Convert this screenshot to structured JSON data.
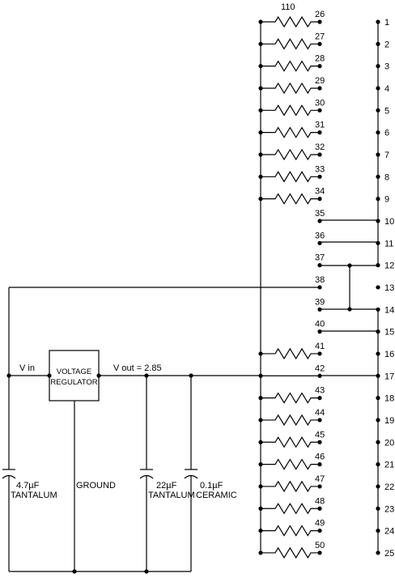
{
  "resistor_label": "110",
  "left_pins": [
    "26",
    "27",
    "28",
    "29",
    "30",
    "31",
    "32",
    "33",
    "34",
    "35",
    "36",
    "37",
    "38",
    "39",
    "40",
    "41",
    "42",
    "43",
    "44",
    "45",
    "46",
    "47",
    "48",
    "49",
    "50"
  ],
  "right_pins": [
    "1",
    "2",
    "3",
    "4",
    "5",
    "6",
    "7",
    "8",
    "9",
    "10",
    "11",
    "12",
    "13",
    "14",
    "15",
    "16",
    "17",
    "18",
    "19",
    "20",
    "21",
    "22",
    "23",
    "24",
    "25"
  ],
  "regulator": {
    "line1": "VOLTAGE",
    "line2": "REGULATOR"
  },
  "labels": {
    "vin": "V in",
    "vout": "V out = 2.85",
    "ground": "GROUND"
  },
  "capacitors": [
    {
      "value": "4.7µF",
      "type": "TANTALUM"
    },
    {
      "value": "22µF",
      "type": "TANTALUM"
    },
    {
      "value": "0.1µF",
      "type": "CERAMIC"
    }
  ]
}
